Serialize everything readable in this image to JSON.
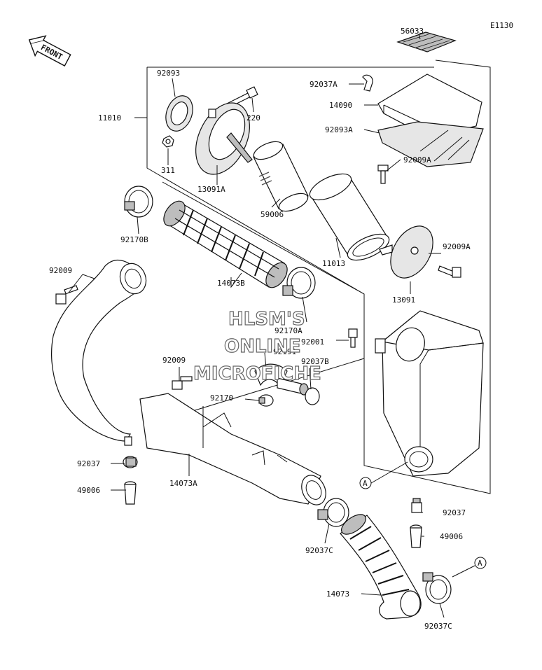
{
  "diagram_code": "E1130",
  "front_label": "FRONT",
  "watermark": [
    "HLSM'S",
    "ONLINE",
    "MICROFICHE"
  ],
  "ref_marker": "A",
  "parts": {
    "p56033": "56033",
    "p92037A": "92037A",
    "p14090": "14090",
    "p92093A": "92093A",
    "p92093": "92093",
    "p220": "220",
    "p11010": "11010",
    "p311": "311",
    "p13091A": "13091A",
    "p92009A_top": "92009A",
    "p59006": "59006",
    "p92170B": "92170B",
    "p11013": "11013",
    "p92009A_bot": "92009A",
    "p14073B": "14073B",
    "p13091": "13091",
    "p92009_top": "92009",
    "p92170A": "92170A",
    "p92001": "92001",
    "p92191": "92191",
    "p92037B": "92037B",
    "p92009_mid": "92009",
    "p92170": "92170",
    "p92037_left": "92037",
    "p14073A": "14073A",
    "p49006_left": "49006",
    "p92037_right": "92037",
    "p92037C_left": "92037C",
    "p49006_right": "49006",
    "p14073": "14073",
    "p92037C_right": "92037C"
  }
}
